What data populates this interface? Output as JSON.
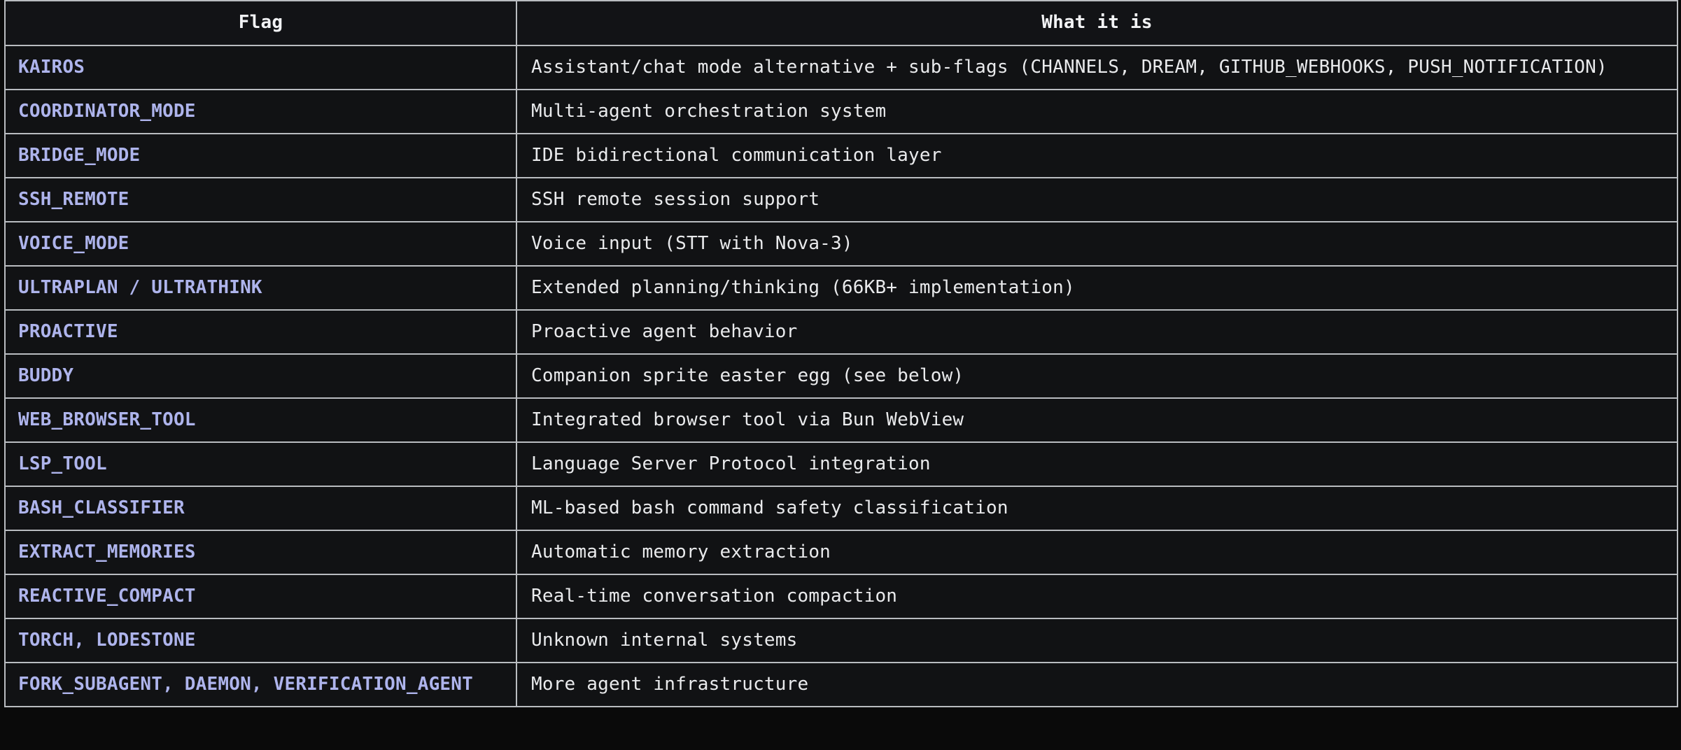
{
  "table": {
    "columns": [
      {
        "key": "flag",
        "label": "Flag",
        "align": "center"
      },
      {
        "key": "description",
        "label": "What it is",
        "align": "center"
      }
    ],
    "colors": {
      "background": "#0a0a0a",
      "cell_background": "#111214",
      "border": "#b9bcc0",
      "header_text": "#f2f3f5",
      "flag_text": "#aeb4ec",
      "description_text": "#e9eaec"
    },
    "rows": [
      {
        "flag": "KAIROS",
        "description": "Assistant/chat mode alternative + sub-flags (CHANNELS, DREAM, GITHUB_WEBHOOKS, PUSH_NOTIFICATION)"
      },
      {
        "flag": "COORDINATOR_MODE",
        "description": "Multi-agent orchestration system"
      },
      {
        "flag": "BRIDGE_MODE",
        "description": "IDE bidirectional communication layer"
      },
      {
        "flag": "SSH_REMOTE",
        "description": "SSH remote session support"
      },
      {
        "flag": "VOICE_MODE",
        "description": "Voice input (STT with Nova-3)"
      },
      {
        "flag": "ULTRAPLAN / ULTRATHINK",
        "description": "Extended planning/thinking (66KB+ implementation)"
      },
      {
        "flag": "PROACTIVE",
        "description": "Proactive agent behavior"
      },
      {
        "flag": "BUDDY",
        "description": "Companion sprite easter egg (see below)"
      },
      {
        "flag": "WEB_BROWSER_TOOL",
        "description": "Integrated browser tool via Bun WebView"
      },
      {
        "flag": "LSP_TOOL",
        "description": "Language Server Protocol integration"
      },
      {
        "flag": "BASH_CLASSIFIER",
        "description": "ML-based bash command safety classification"
      },
      {
        "flag": "EXTRACT_MEMORIES",
        "description": "Automatic memory extraction"
      },
      {
        "flag": "REACTIVE_COMPACT",
        "description": "Real-time conversation compaction"
      },
      {
        "flag": "TORCH, LODESTONE",
        "description": "Unknown internal systems"
      },
      {
        "flag": "FORK_SUBAGENT, DAEMON, VERIFICATION_AGENT",
        "description": "More agent infrastructure"
      }
    ]
  }
}
